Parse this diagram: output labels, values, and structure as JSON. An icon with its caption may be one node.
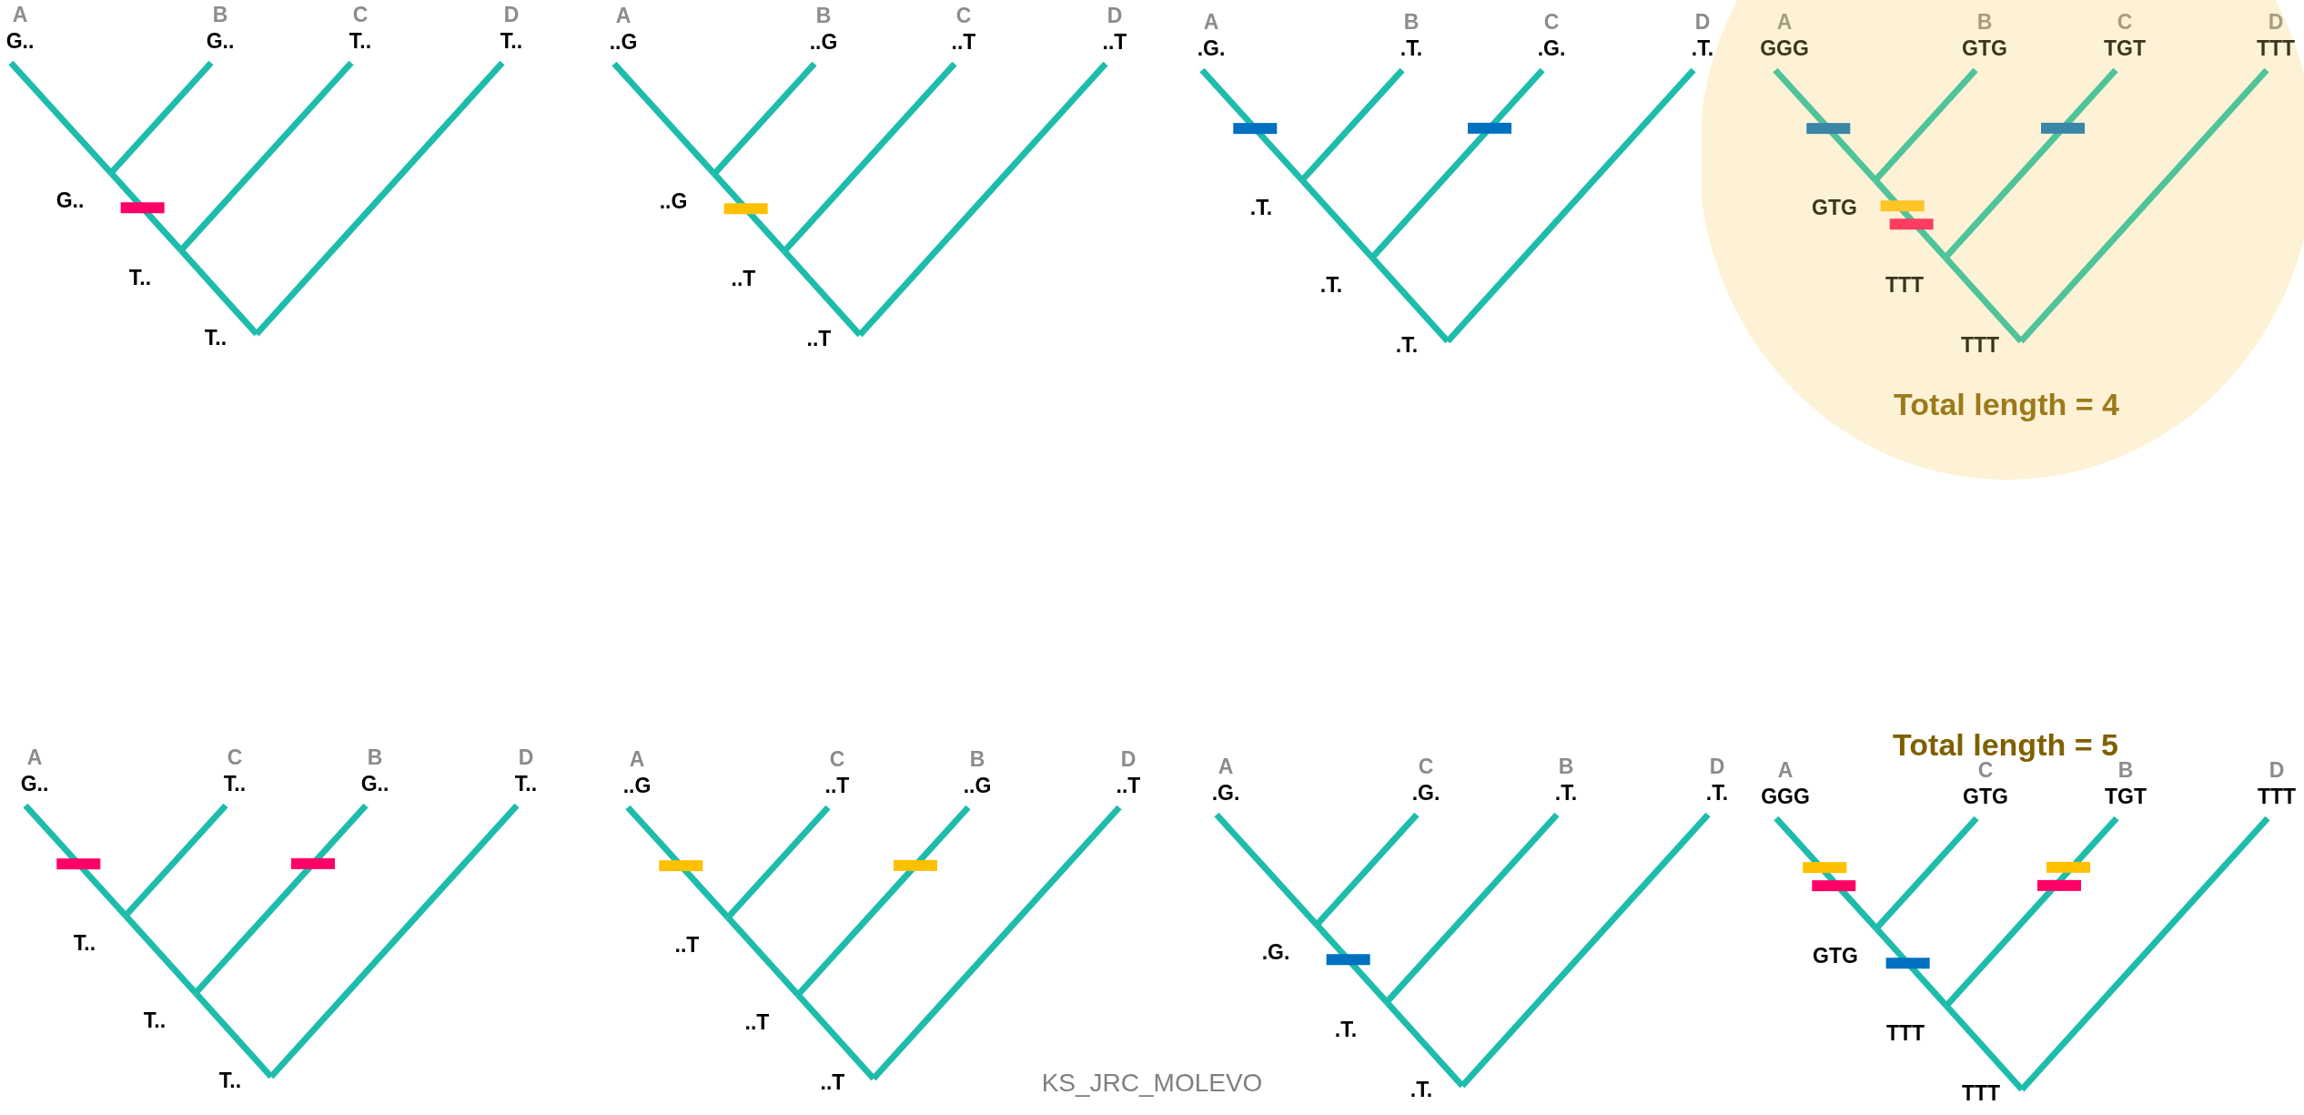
{
  "diagram": {
    "nodes": [
      {
        "text": [
          "A",
          "G.."
        ]
      },
      {
        "text": [
          "B",
          "G.."
        ]
      },
      {
        "text": [
          "C",
          "T.."
        ]
      },
      {
        "text": [
          "D",
          "T.."
        ]
      },
      {
        "text": [
          "G.."
        ]
      },
      {
        "text": [
          "T.."
        ]
      },
      {
        "text": [
          "T.."
        ]
      },
      {
        "text": [
          "A",
          "..G"
        ]
      },
      {
        "text": [
          "B",
          "..G"
        ]
      },
      {
        "text": [
          "C",
          "..T"
        ]
      },
      {
        "text": [
          "D",
          "..T"
        ]
      },
      {
        "text": [
          "..G"
        ]
      },
      {
        "text": [
          "..T"
        ]
      },
      {
        "text": [
          "..T"
        ]
      },
      {
        "text": [
          "A",
          ".G."
        ]
      },
      {
        "text": [
          "B",
          ".T."
        ]
      },
      {
        "text": [
          "C",
          ".G."
        ]
      },
      {
        "text": [
          "D",
          ".T."
        ]
      },
      {
        "text": [
          ".T."
        ]
      },
      {
        "text": [
          ".T."
        ]
      },
      {
        "text": [
          ".T."
        ]
      },
      {
        "text": [
          "Total length = 4"
        ]
      },
      {
        "text": [
          "A",
          "GGG"
        ],
        "in": 21
      },
      {
        "text": [
          "B",
          "GTG"
        ],
        "in": 21
      },
      {
        "text": [
          "C",
          "TGT"
        ],
        "in": 21
      },
      {
        "text": [
          "D",
          "TTT"
        ],
        "in": 21
      },
      {
        "text": [
          "GTG"
        ],
        "in": 21
      },
      {
        "text": [
          "TTT"
        ],
        "in": 21
      },
      {
        "text": [
          "TTT"
        ],
        "in": 21
      },
      {
        "text": [
          "A",
          "G.."
        ]
      },
      {
        "text": [
          "C",
          "T.."
        ]
      },
      {
        "text": [
          "B",
          "G.."
        ]
      },
      {
        "text": [
          "D",
          "T.."
        ]
      },
      {
        "text": [
          "T.."
        ]
      },
      {
        "text": [
          "T.."
        ]
      },
      {
        "text": [
          "T.."
        ]
      },
      {
        "text": [
          "A",
          "..G"
        ]
      },
      {
        "text": [
          "C",
          "..T"
        ]
      },
      {
        "text": [
          "B",
          "..G"
        ]
      },
      {
        "text": [
          "D",
          "..T"
        ]
      },
      {
        "text": [
          "..T"
        ]
      },
      {
        "text": [
          "..T"
        ]
      },
      {
        "text": [
          "..T"
        ]
      },
      {
        "text": [
          "A",
          ".G."
        ]
      },
      {
        "text": [
          "C",
          ".G."
        ]
      },
      {
        "text": [
          "B",
          ".T."
        ]
      },
      {
        "text": [
          "D",
          ".T."
        ]
      },
      {
        "text": [
          ".G."
        ]
      },
      {
        "text": [
          ".T."
        ]
      },
      {
        "text": [
          ".T."
        ]
      },
      {
        "text": [
          "A",
          "GGG"
        ]
      },
      {
        "text": [
          "C",
          "GTG"
        ]
      },
      {
        "text": [
          "B",
          "TGT"
        ]
      },
      {
        "text": [
          "D",
          "TTT"
        ]
      },
      {
        "text": [
          "GTG"
        ]
      },
      {
        "text": [
          "TTT"
        ]
      },
      {
        "text": [
          "TTT"
        ]
      }
    ],
    "edges": [
      {
        "from": 4,
        "to": 0,
        "arrow": "none"
      },
      {
        "from": 4,
        "to": 1,
        "arrow": "none"
      },
      {
        "from": 5,
        "to": 4,
        "arrow": "none"
      },
      {
        "from": 5,
        "to": 2,
        "arrow": "none"
      },
      {
        "from": 6,
        "to": 5,
        "arrow": "none"
      },
      {
        "from": 6,
        "to": 3,
        "arrow": "none"
      },
      {
        "from": 11,
        "to": 7,
        "arrow": "none"
      },
      {
        "from": 11,
        "to": 8,
        "arrow": "none"
      },
      {
        "from": 12,
        "to": 11,
        "arrow": "none"
      },
      {
        "from": 12,
        "to": 9,
        "arrow": "none"
      },
      {
        "from": 13,
        "to": 12,
        "arrow": "none"
      },
      {
        "from": 13,
        "to": 10,
        "arrow": "none"
      },
      {
        "from": 18,
        "to": 14,
        "arrow": "none"
      },
      {
        "from": 18,
        "to": 15,
        "arrow": "none"
      },
      {
        "from": 19,
        "to": 18,
        "arrow": "none"
      },
      {
        "from": 19,
        "to": 16,
        "arrow": "none"
      },
      {
        "from": 20,
        "to": 19,
        "arrow": "none"
      },
      {
        "from": 20,
        "to": 17,
        "arrow": "none"
      },
      {
        "from": 26,
        "to": 22,
        "arrow": "none"
      },
      {
        "from": 26,
        "to": 23,
        "arrow": "none"
      },
      {
        "from": 27,
        "to": 26,
        "arrow": "none"
      },
      {
        "from": 27,
        "to": 24,
        "arrow": "none"
      },
      {
        "from": 28,
        "to": 27,
        "arrow": "none"
      },
      {
        "from": 28,
        "to": 25,
        "arrow": "none"
      },
      {
        "from": 33,
        "to": 29,
        "arrow": "none"
      },
      {
        "from": 33,
        "to": 30,
        "arrow": "none"
      },
      {
        "from": 34,
        "to": 33,
        "arrow": "none"
      },
      {
        "from": 34,
        "to": 31,
        "arrow": "none"
      },
      {
        "from": 35,
        "to": 34,
        "arrow": "none"
      },
      {
        "from": 35,
        "to": 32,
        "arrow": "none"
      },
      {
        "from": 40,
        "to": 36,
        "arrow": "none"
      },
      {
        "from": 40,
        "to": 37,
        "arrow": "none"
      },
      {
        "from": 41,
        "to": 40,
        "arrow": "none"
      },
      {
        "from": 41,
        "to": 38,
        "arrow": "none"
      },
      {
        "from": 42,
        "to": 41,
        "arrow": "none"
      },
      {
        "from": 42,
        "to": 39,
        "arrow": "none"
      },
      {
        "from": 47,
        "to": 43,
        "arrow": "none"
      },
      {
        "from": 47,
        "to": 44,
        "arrow": "none"
      },
      {
        "from": 48,
        "to": 47,
        "arrow": "none"
      },
      {
        "from": 48,
        "to": 45,
        "arrow": "none"
      },
      {
        "from": 49,
        "to": 48,
        "arrow": "none"
      },
      {
        "from": 49,
        "to": 46,
        "arrow": "none"
      },
      {
        "from": 54,
        "to": 50,
        "arrow": "none"
      },
      {
        "from": 54,
        "to": 51,
        "arrow": "none"
      },
      {
        "from": 55,
        "to": 54,
        "arrow": "none"
      },
      {
        "from": 55,
        "to": 52,
        "arrow": "none"
      },
      {
        "from": 56,
        "to": 55,
        "arrow": "none"
      },
      {
        "from": 56,
        "to": 53,
        "arrow": "none"
      }
    ],
    "labels": [
      "Total length = 5",
      "KS_JRC_MOLEVO"
    ]
  }
}
